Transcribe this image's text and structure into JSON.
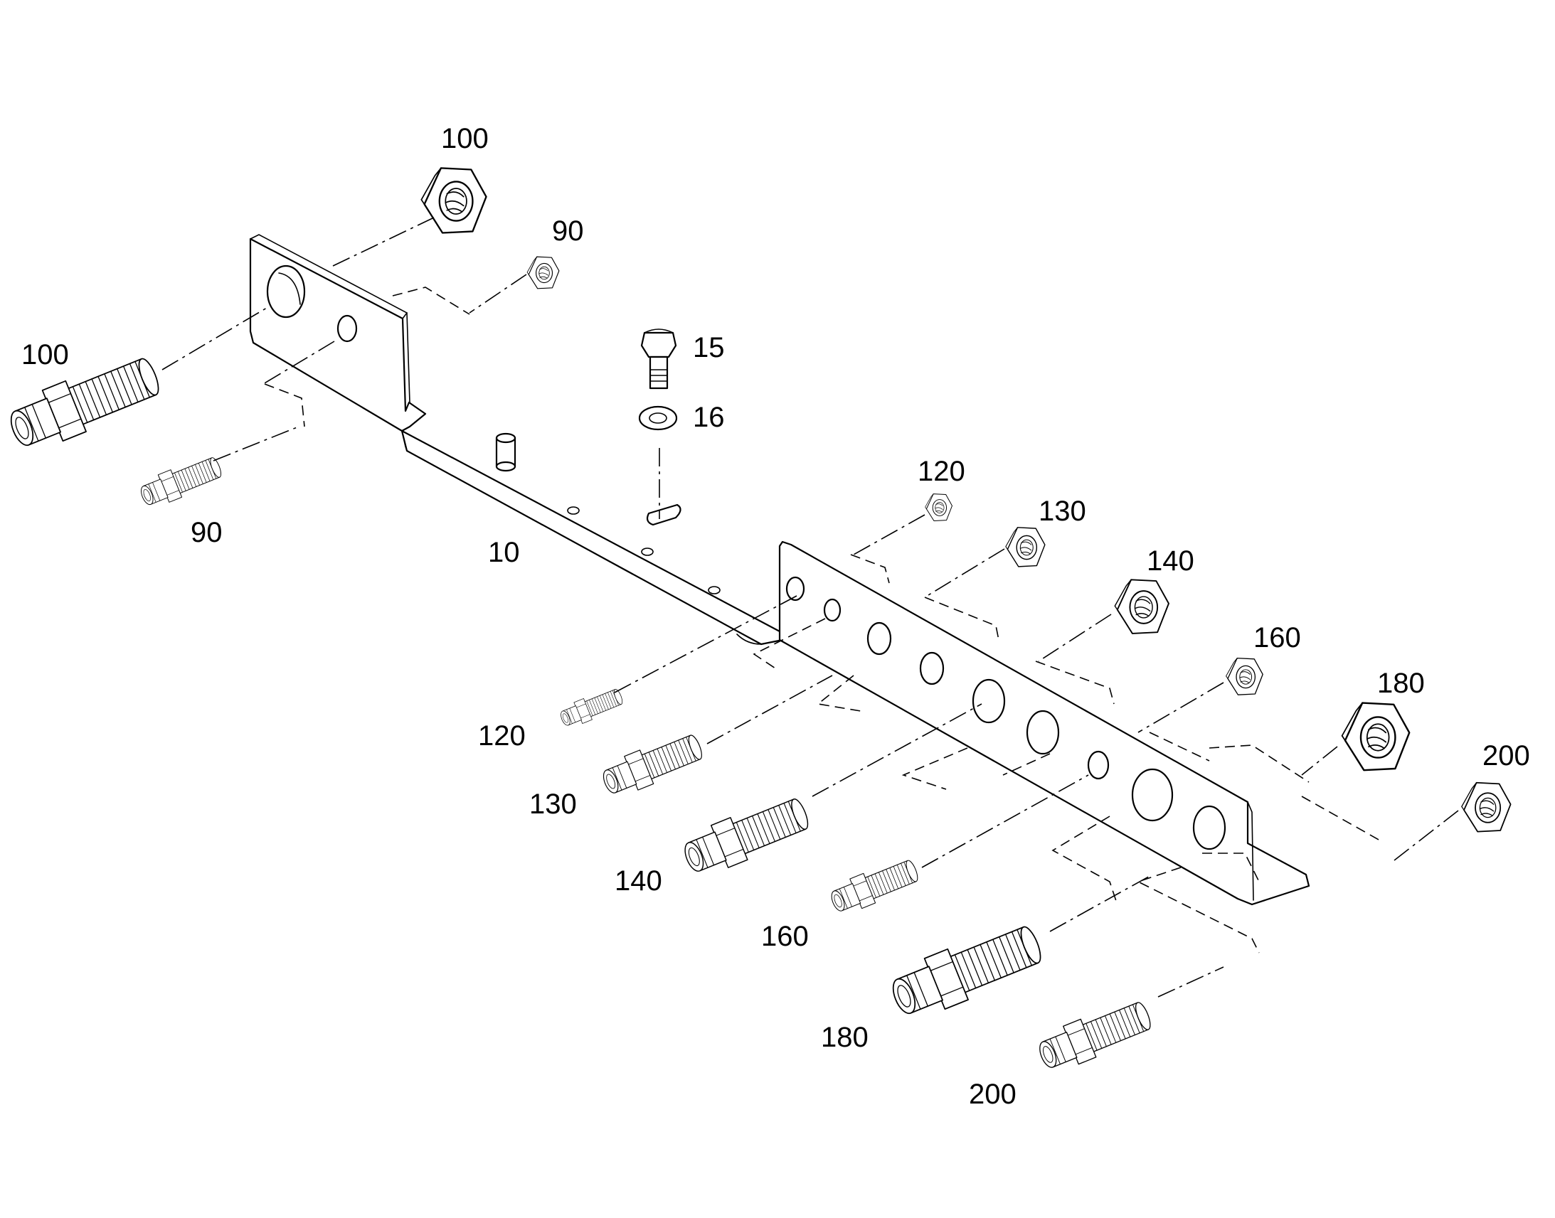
{
  "diagram": {
    "labels": {
      "p10": "10",
      "p15": "15",
      "p16": "16",
      "p90_nut": "90",
      "p90_fitting": "90",
      "p100_nut": "100",
      "p100_fitting": "100",
      "p120_nut": "120",
      "p120_fitting": "120",
      "p130_nut": "130",
      "p130_fitting": "130",
      "p140_nut": "140",
      "p140_fitting": "140",
      "p160_nut": "160",
      "p160_fitting": "160",
      "p180_nut": "180",
      "p180_fitting": "180",
      "p200_nut": "200",
      "p200_fitting": "200"
    }
  }
}
